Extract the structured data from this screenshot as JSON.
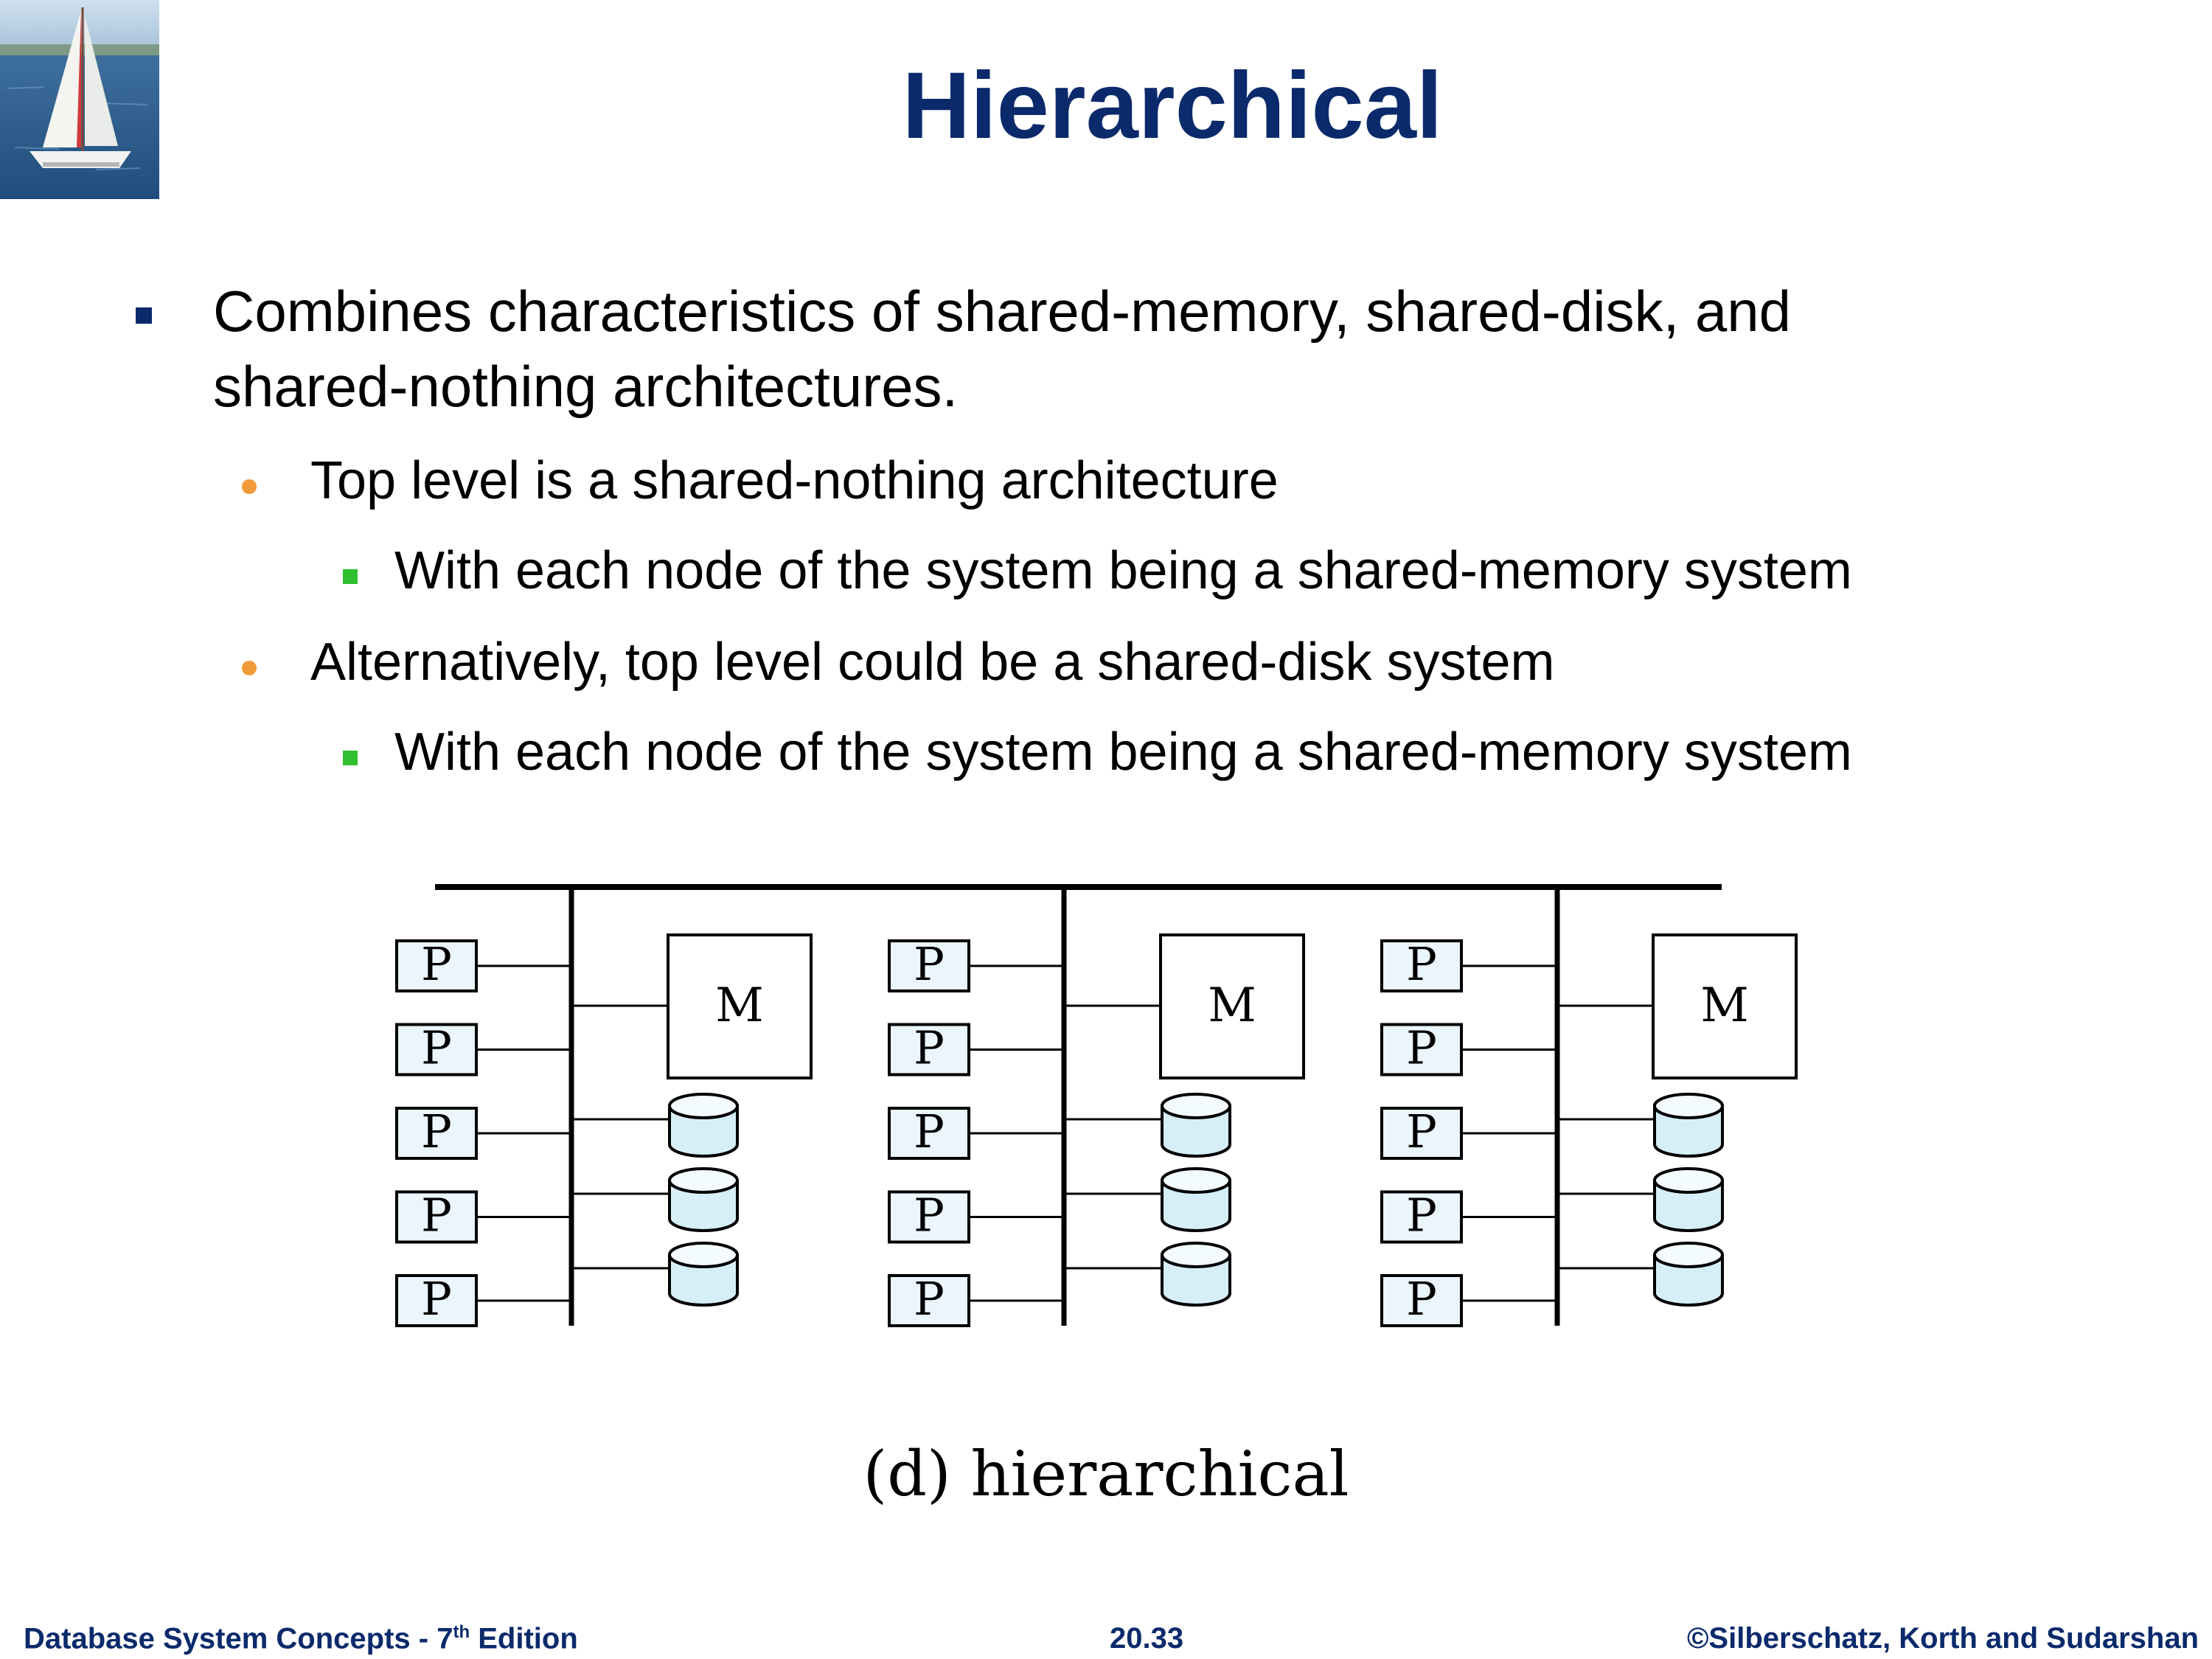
{
  "slide": {
    "title": "Hierarchical",
    "bullets": [
      {
        "level": 1,
        "text": "Combines characteristics of shared-memory, shared-disk, and"
      },
      {
        "level": 1,
        "text": "shared-nothing architectures.",
        "continuation": true
      },
      {
        "level": 2,
        "text": "Top level is a shared-nothing architecture"
      },
      {
        "level": 3,
        "text": "With each node of the system being a shared-memory system"
      },
      {
        "level": 2,
        "text": "Alternatively, top level could be a shared-disk system"
      },
      {
        "level": 3,
        "text": "With each node of the system being a shared-memory system"
      }
    ]
  },
  "diagram": {
    "caption": "(d) hierarchical",
    "processor_label": "P",
    "memory_label": "M",
    "node_count": 3,
    "processors_per_node": 5,
    "disks_per_node": 3
  },
  "footer": {
    "left_main": "Database System Concepts - 7",
    "left_sup": "th",
    "left_rest": " Edition",
    "center": "20.33",
    "right": "©Silberschatz, Korth and Sudarshan"
  },
  "colors": {
    "title": "#0a2a6b",
    "bullet_level1": "#0a2a6b",
    "bullet_level2": "#f09a3a",
    "bullet_level3": "#2fbf2f",
    "box_fill": "#eaf6fc",
    "disk_fill": "#d6eef8"
  }
}
